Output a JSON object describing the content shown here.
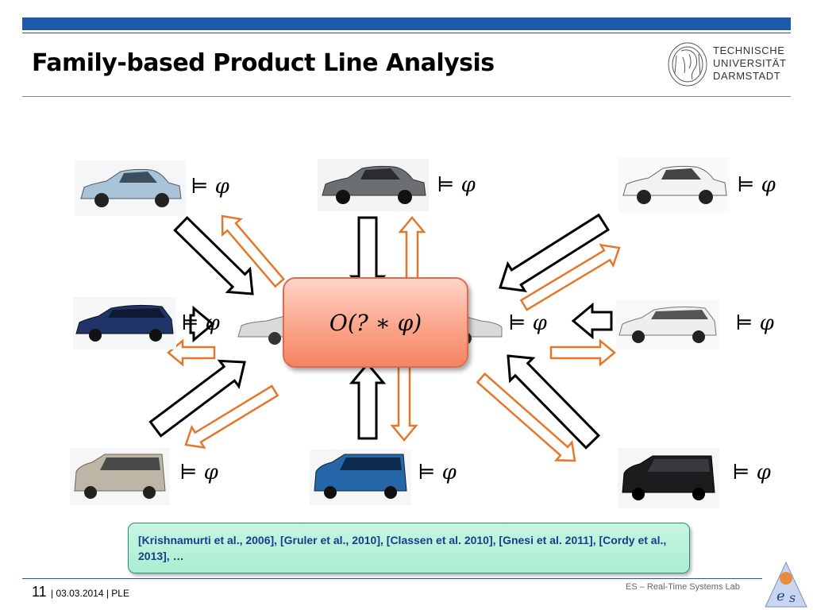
{
  "slide": {
    "title": "Family-based Product Line Analysis",
    "logo_lines": [
      "TECHNISCHE",
      "UNIVERSITÄT",
      "DARMSTADT"
    ]
  },
  "diagram": {
    "center_formula": "O(? ∗ φ)",
    "model_symbol": "⊨ φ",
    "cars": [
      {
        "name": "hatchback-light-blue",
        "color": "#a9c3d8"
      },
      {
        "name": "hatchback-dark-grey",
        "color": "#6b6f72"
      },
      {
        "name": "hatchback-white",
        "color": "#f2f2f2"
      },
      {
        "name": "estate-dark-blue",
        "color": "#1f3569"
      },
      {
        "name": "limousine-silver",
        "color": "#d9dadc"
      },
      {
        "name": "estate-white",
        "color": "#eeeeee"
      },
      {
        "name": "van-beige",
        "color": "#bdb5a6"
      },
      {
        "name": "van-blue",
        "color": "#2566a8"
      },
      {
        "name": "van-black",
        "color": "#1c1c1e"
      }
    ],
    "arrow_colors": {
      "outline_black": "#000000",
      "outline_orange": "#e4782a"
    }
  },
  "references": "[Krishnamurti et al., 2006], [Gruler et al., 2010], [Classen et al. 2010], [Gnesi et al. 2011], [Cordy et  al., 2013], …",
  "footer": {
    "page": "11",
    "meta": "| 03.03.2014  |  PLE",
    "lab": "ES – Real-Time Systems Lab"
  },
  "colors": {
    "accent": "#1e5aa8",
    "box": "#f58462",
    "refs_bg": "#a9eed1"
  }
}
